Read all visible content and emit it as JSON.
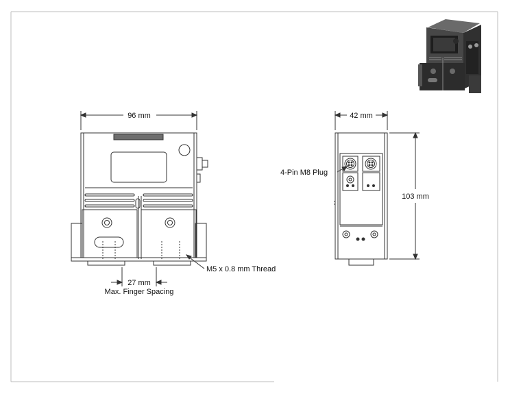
{
  "front_view": {
    "width_label": "96 mm",
    "finger_spacing_label": "27 mm",
    "finger_spacing_caption": "Max. Finger Spacing",
    "thread_label": "M5 x 0.8 mm Thread"
  },
  "side_view": {
    "width_label": "42 mm",
    "height_label": "103 mm",
    "plug_label": "4-Pin M8 Plug"
  },
  "colors": {
    "line": "#333333",
    "iso_body": "#4a4a4a",
    "iso_dark": "#2a2a2a",
    "iso_light": "#8a8a8a"
  }
}
